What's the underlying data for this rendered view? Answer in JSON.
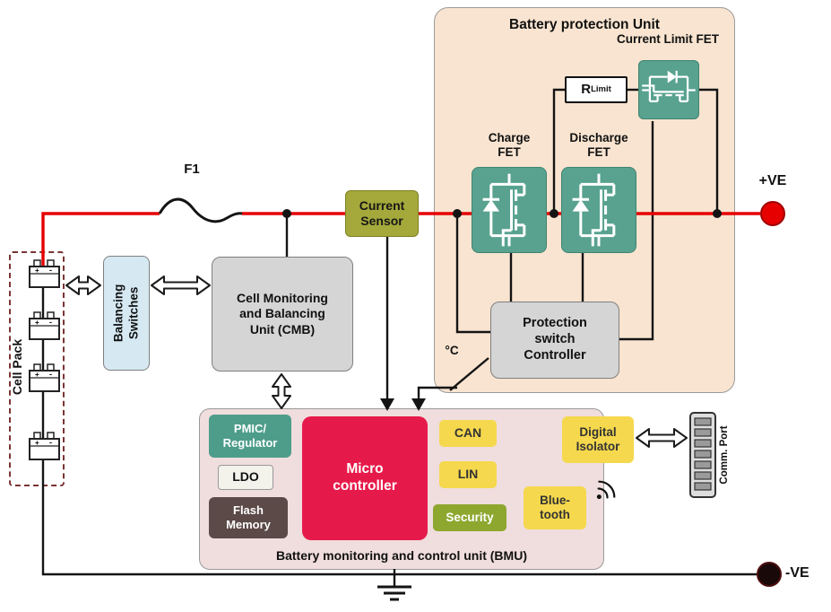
{
  "colors": {
    "wire_red": "#e60000",
    "bpu_bg": "#f8e4d0",
    "bmu_bg": "#f0dddd",
    "fet_teal": "#58a28f",
    "sensor_olive": "#a5a93b",
    "box_gray": "#d5d5d5",
    "balancing_blue": "#d6e9f3",
    "pmic_teal": "#4e9d8b",
    "flash_brown": "#5b4a47",
    "mcu_red": "#e61a4a",
    "accent_yellow": "#f5d84d",
    "security_green": "#8ea72f",
    "pos_red": "#e60000",
    "neg_dark": "#190909",
    "cellpack_border": "#7b3434"
  },
  "labels": {
    "f1": "F1",
    "pos_terminal": "+VE",
    "neg_terminal": "-VE",
    "cell_pack": "Cell Pack",
    "balancing": "Balancing\nSwitches",
    "cmb": "Cell Monitoring\nand Balancing\nUnit (CMB)",
    "current_sensor": "Current\nSensor",
    "bpu_title": "Battery protection Unit",
    "current_limit_fet": "Current Limit FET",
    "r_main": "R",
    "r_sub": "Limit",
    "charge_fet": "Charge\nFET",
    "discharge_fet": "Discharge\nFET",
    "protection_controller": "Protection\nswitch\nController",
    "temp_symbol": "°C",
    "bmu_title": "Battery monitoring and control unit (BMU)",
    "pmic": "PMIC/\nRegulator",
    "ldo": "LDO",
    "flash": "Flash\nMemory",
    "mcu": "Micro\ncontroller",
    "can": "CAN",
    "lin": "LIN",
    "security": "Security",
    "digital_isolator": "Digital\nIsolator",
    "bluetooth": "Blue-\ntooth",
    "comm_port": "Comm. Port"
  }
}
